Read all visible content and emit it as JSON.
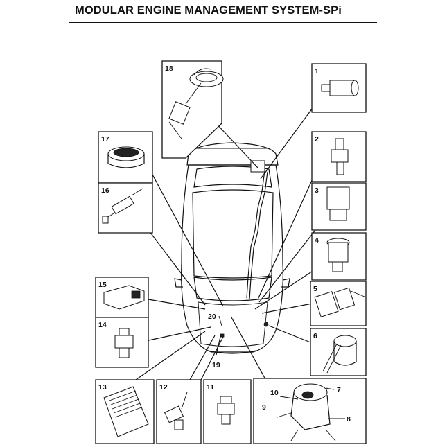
{
  "title": "MODULAR ENGINE MANAGEMENT SYSTEM-SPi",
  "components": [
    {
      "id": "1",
      "label": "1"
    },
    {
      "id": "2",
      "label": "2"
    },
    {
      "id": "3",
      "label": "3"
    },
    {
      "id": "4",
      "label": "4"
    },
    {
      "id": "5",
      "label": "5"
    },
    {
      "id": "6",
      "label": "6"
    },
    {
      "id": "7",
      "label": "7"
    },
    {
      "id": "8",
      "label": "8"
    },
    {
      "id": "9",
      "label": "9"
    },
    {
      "id": "10",
      "label": "10"
    },
    {
      "id": "11",
      "label": "11"
    },
    {
      "id": "12",
      "label": "12"
    },
    {
      "id": "13",
      "label": "13"
    },
    {
      "id": "14",
      "label": "14"
    },
    {
      "id": "15",
      "label": "15"
    },
    {
      "id": "16",
      "label": "16"
    },
    {
      "id": "17",
      "label": "17"
    },
    {
      "id": "18",
      "label": "18"
    },
    {
      "id": "19",
      "label": "19"
    },
    {
      "id": "20",
      "label": "20"
    }
  ]
}
